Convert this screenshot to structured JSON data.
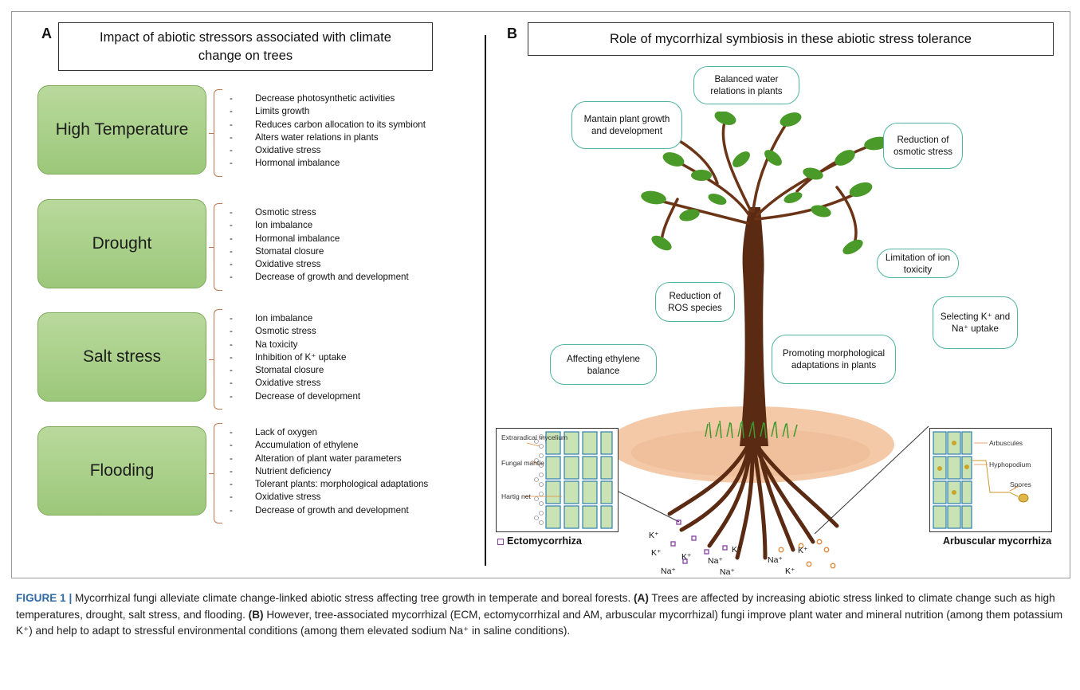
{
  "panelA": {
    "letter": "A",
    "title": "Impact of abiotic stressors associated with climate change on trees",
    "stressors": [
      {
        "name": "High Temperature",
        "effects": [
          "Decrease photosynthetic activities",
          "Limits growth",
          "Reduces carbon allocation to its symbiont",
          "Alters water relations in plants",
          "Oxidative stress",
          "Hormonal imbalance"
        ]
      },
      {
        "name": "Drought",
        "effects": [
          "Osmotic stress",
          "Ion imbalance",
          "Hormonal imbalance",
          "Stomatal closure",
          "Oxidative stress",
          "Decrease of growth and development"
        ]
      },
      {
        "name": "Salt stress",
        "effects": [
          "Ion imbalance",
          "Osmotic stress",
          "Na toxicity",
          "Inhibition of K⁺ uptake",
          "Stomatal closure",
          "Oxidative stress",
          "Decrease of development"
        ]
      },
      {
        "name": "Flooding",
        "effects": [
          "Lack of oxygen",
          "Accumulation of ethylene",
          "Alteration of plant water parameters",
          "Nutrient deficiency",
          "Tolerant plants: morphological adaptations",
          "Oxidative stress",
          "Decrease of growth and development"
        ]
      }
    ]
  },
  "panelB": {
    "letter": "B",
    "title": "Role of mycorrhizal symbiosis in these abiotic stress tolerance",
    "roles": {
      "water": "Balanced water relations in plants",
      "growth": "Mantain plant growth and development",
      "osmotic": "Reduction of osmotic stress",
      "ion": "Limitation of ion toxicity",
      "ros": "Reduction of ROS species",
      "select": "Selecting K⁺ and Na⁺ uptake",
      "ethylene": "Affecting ethylene balance",
      "morph": "Promoting morphological adaptations in plants"
    },
    "ecm_inset_labels": [
      "Extraradical mycelium",
      "Fungal mantle",
      "Hartig net"
    ],
    "am_inset_labels": [
      "Arbuscules",
      "Hyphopodium",
      "Spores"
    ],
    "ecm_label": "Ectomycorrhiza",
    "am_label": "Arbuscular mycorrhiza",
    "ion_k": "K⁺",
    "ion_na": "Na⁺"
  },
  "caption": {
    "lead": "FIGURE 1 |",
    "s1": " Mycorrhizal fungi alleviate climate change-linked abiotic stress affecting tree growth in temperate and boreal forests. ",
    "a": "(A)",
    "s2": " Trees are affected by increasing abiotic stress linked to climate change such as high temperatures, drought, salt stress, and flooding. ",
    "b": "(B)",
    "s3": " However, tree-associated mycorrhizal (ECM, ectomycorrhizal and AM, arbuscular mycorrhizal) fungi improve plant water and mineral nutrition (among them potassium K⁺) and help to adapt to stressful environmental conditions (among them elevated sodium Na⁺ in saline conditions)."
  },
  "colors": {
    "stress_fill": "#a9d08e",
    "role_border": "#4fb4a0",
    "trunk": "#5a2a12",
    "leaf": "#4a9a2a",
    "soil": "#f3c9a8",
    "caption_accent": "#2f69a6",
    "ecm_marker": "#8a3ea8",
    "am_marker": "#e08a3a"
  }
}
